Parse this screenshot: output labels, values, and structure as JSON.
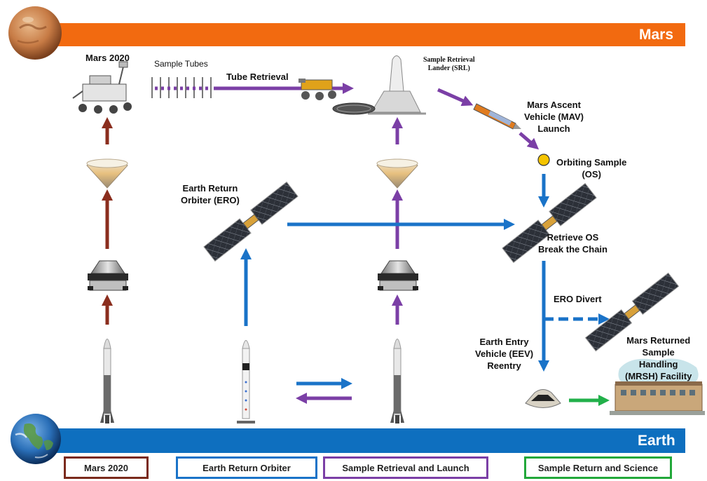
{
  "bands": {
    "top": "Mars",
    "bottom": "Earth"
  },
  "labels": {
    "mars2020": "Mars 2020",
    "sample_tubes": "Sample Tubes",
    "tube_retrieval": "Tube Retrieval",
    "srl_line1": "Sample Retrieval",
    "srl_line2": "Lander (SRL)",
    "mav_line1": "Mars Ascent",
    "mav_line2": "Vehicle (MAV)",
    "mav_line3": "Launch",
    "os_line1": "Orbiting Sample",
    "os_line2": "(OS)",
    "ero_line1": "Earth Return",
    "ero_line2": "Orbiter (ERO)",
    "retrieve_line1": "Retrieve OS",
    "retrieve_line2": "Break the Chain",
    "ero_divert": "ERO Divert",
    "eev_line1": "Earth Entry",
    "eev_line2": "Vehicle (EEV)",
    "eev_line3": "Reentry",
    "mrsh_line1": "Mars Returned",
    "mrsh_line2": "Sample",
    "mrsh_line3": "Handling",
    "mrsh_line4": "(MRSH) Facility"
  },
  "legend": [
    {
      "label": "Mars 2020",
      "color": "#7a2a1c"
    },
    {
      "label": "Earth Return Orbiter",
      "color": "#1a73c8"
    },
    {
      "label": "Sample Retrieval and Launch",
      "color": "#7b3fa6"
    },
    {
      "label": "Sample Return and Science",
      "color": "#22a83a"
    }
  ],
  "colors": {
    "mars_band": "#f26a10",
    "earth_band": "#0e6fbf",
    "mars2020_arrow": "#8b2e1e",
    "ero_arrow": "#1a73c8",
    "srl_arrow": "#7b3fa6",
    "return_arrow": "#22b04a",
    "orbiting_sample": "#f5c400"
  }
}
